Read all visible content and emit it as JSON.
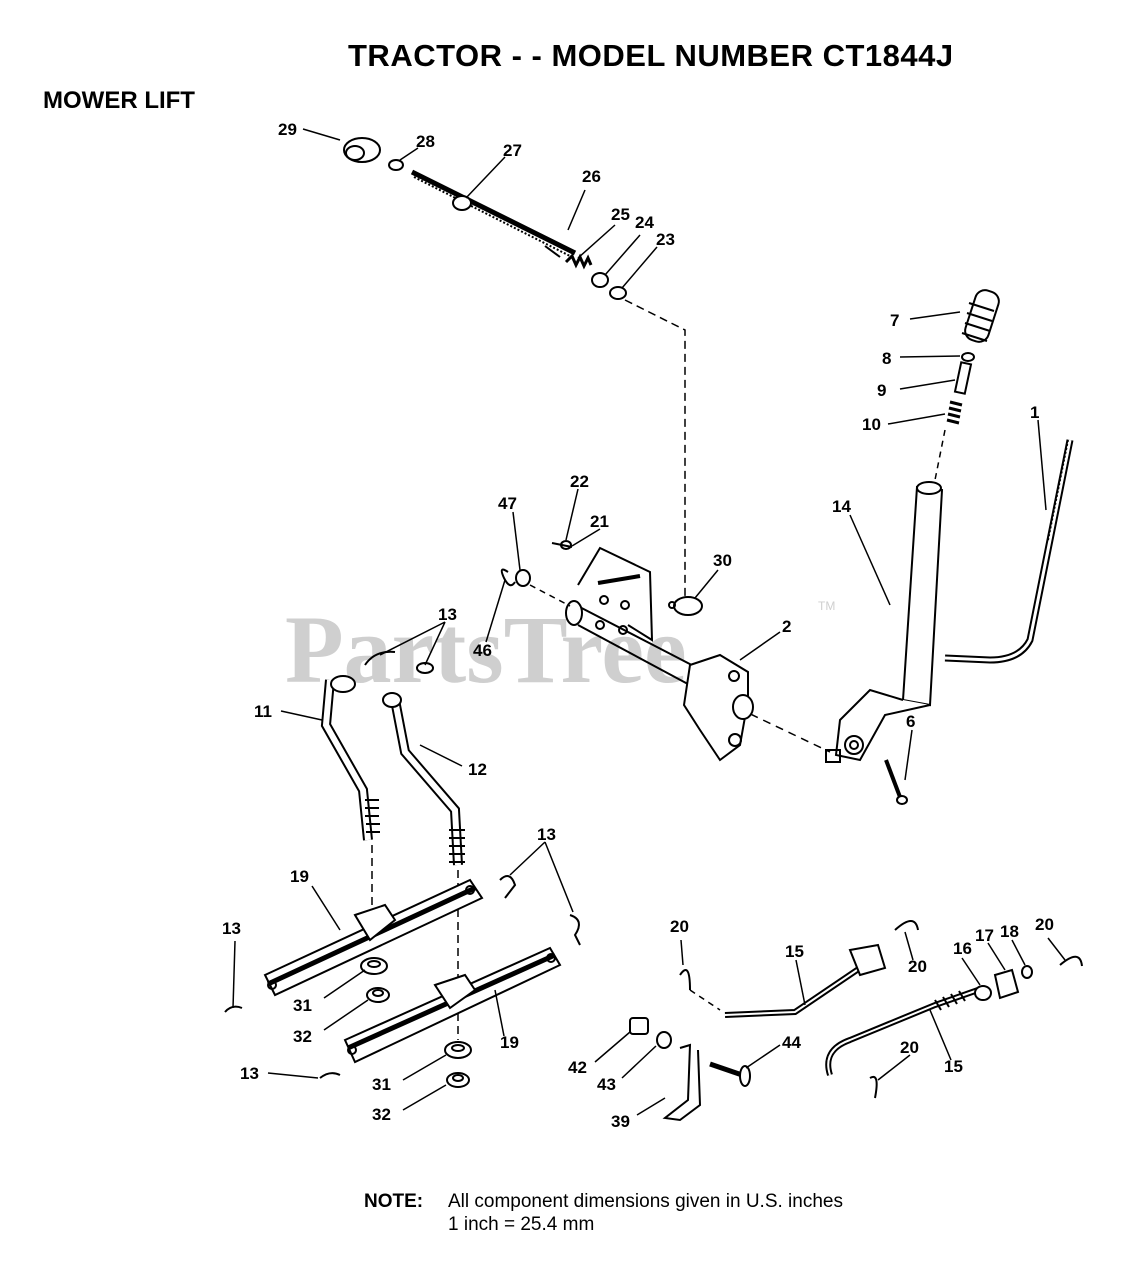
{
  "title": "TRACTOR - - MODEL NUMBER CT1844J",
  "section": "MOWER LIFT",
  "watermark": "PartsTree",
  "watermark_tm": "TM",
  "note": {
    "label": "NOTE:",
    "line1": "All component dimensions given in U.S. inches",
    "line2": "1 inch = 25.4 mm"
  },
  "callouts": {
    "c1": "1",
    "c2": "2",
    "c6": "6",
    "c7": "7",
    "c8": "8",
    "c9": "9",
    "c10": "10",
    "c11": "11",
    "c12": "12",
    "c13a": "13",
    "c13b": "13",
    "c13c": "13",
    "c13d": "13",
    "c14": "14",
    "c15a": "15",
    "c15b": "15",
    "c16": "16",
    "c17": "17",
    "c18": "18",
    "c19a": "19",
    "c19b": "19",
    "c20a": "20",
    "c20b": "20",
    "c20c": "20",
    "c20d": "20",
    "c21": "21",
    "c22": "22",
    "c23": "23",
    "c24": "24",
    "c25": "25",
    "c26": "26",
    "c27": "27",
    "c28": "28",
    "c29": "29",
    "c30": "30",
    "c31a": "31",
    "c31b": "31",
    "c32a": "32",
    "c32b": "32",
    "c39": "39",
    "c42": "42",
    "c43": "43",
    "c44": "44",
    "c46": "46",
    "c47": "47"
  }
}
